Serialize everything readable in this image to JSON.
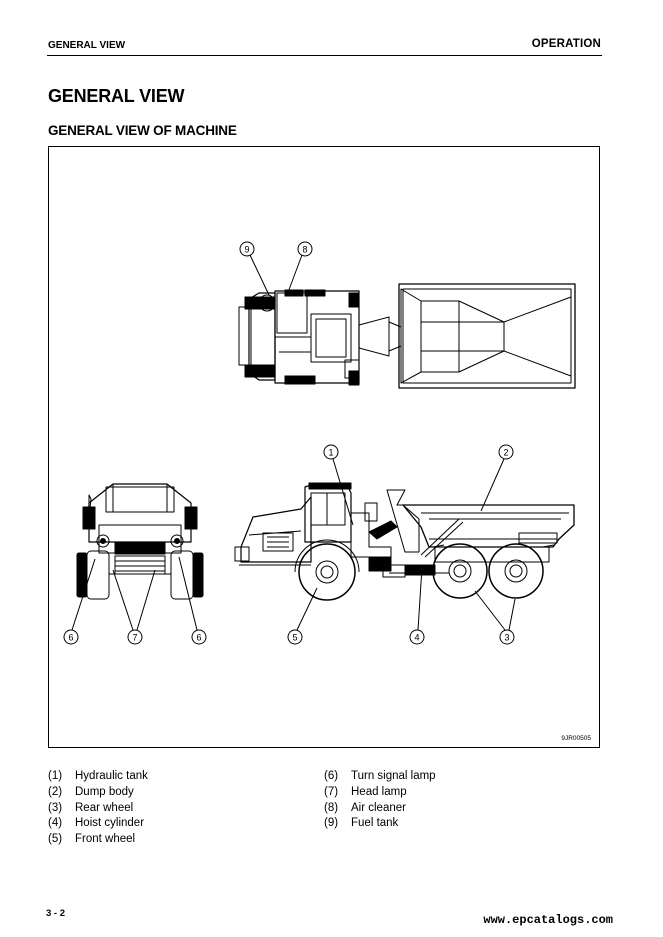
{
  "header": {
    "section": "GENERAL VIEW",
    "chapter": "OPERATION"
  },
  "title": "GENERAL VIEW",
  "subtitle": "GENERAL VIEW OF MACHINE",
  "figure": {
    "code": "9JR00505",
    "callouts": [
      "9",
      "8",
      "1",
      "2",
      "6",
      "7",
      "6",
      "5",
      "4",
      "3"
    ]
  },
  "legend": {
    "left": [
      {
        "num": "(1)",
        "label": "Hydraulic tank"
      },
      {
        "num": "(2)",
        "label": "Dump body"
      },
      {
        "num": "(3)",
        "label": "Rear wheel"
      },
      {
        "num": "(4)",
        "label": "Hoist cylinder"
      },
      {
        "num": "(5)",
        "label": "Front wheel"
      }
    ],
    "right": [
      {
        "num": "(6)",
        "label": "Turn signal lamp"
      },
      {
        "num": "(7)",
        "label": "Head lamp"
      },
      {
        "num": "(8)",
        "label": "Air cleaner"
      },
      {
        "num": "(9)",
        "label": "Fuel tank"
      }
    ]
  },
  "page_number": "3 - 2",
  "watermark": "www.epcatalogs.com"
}
